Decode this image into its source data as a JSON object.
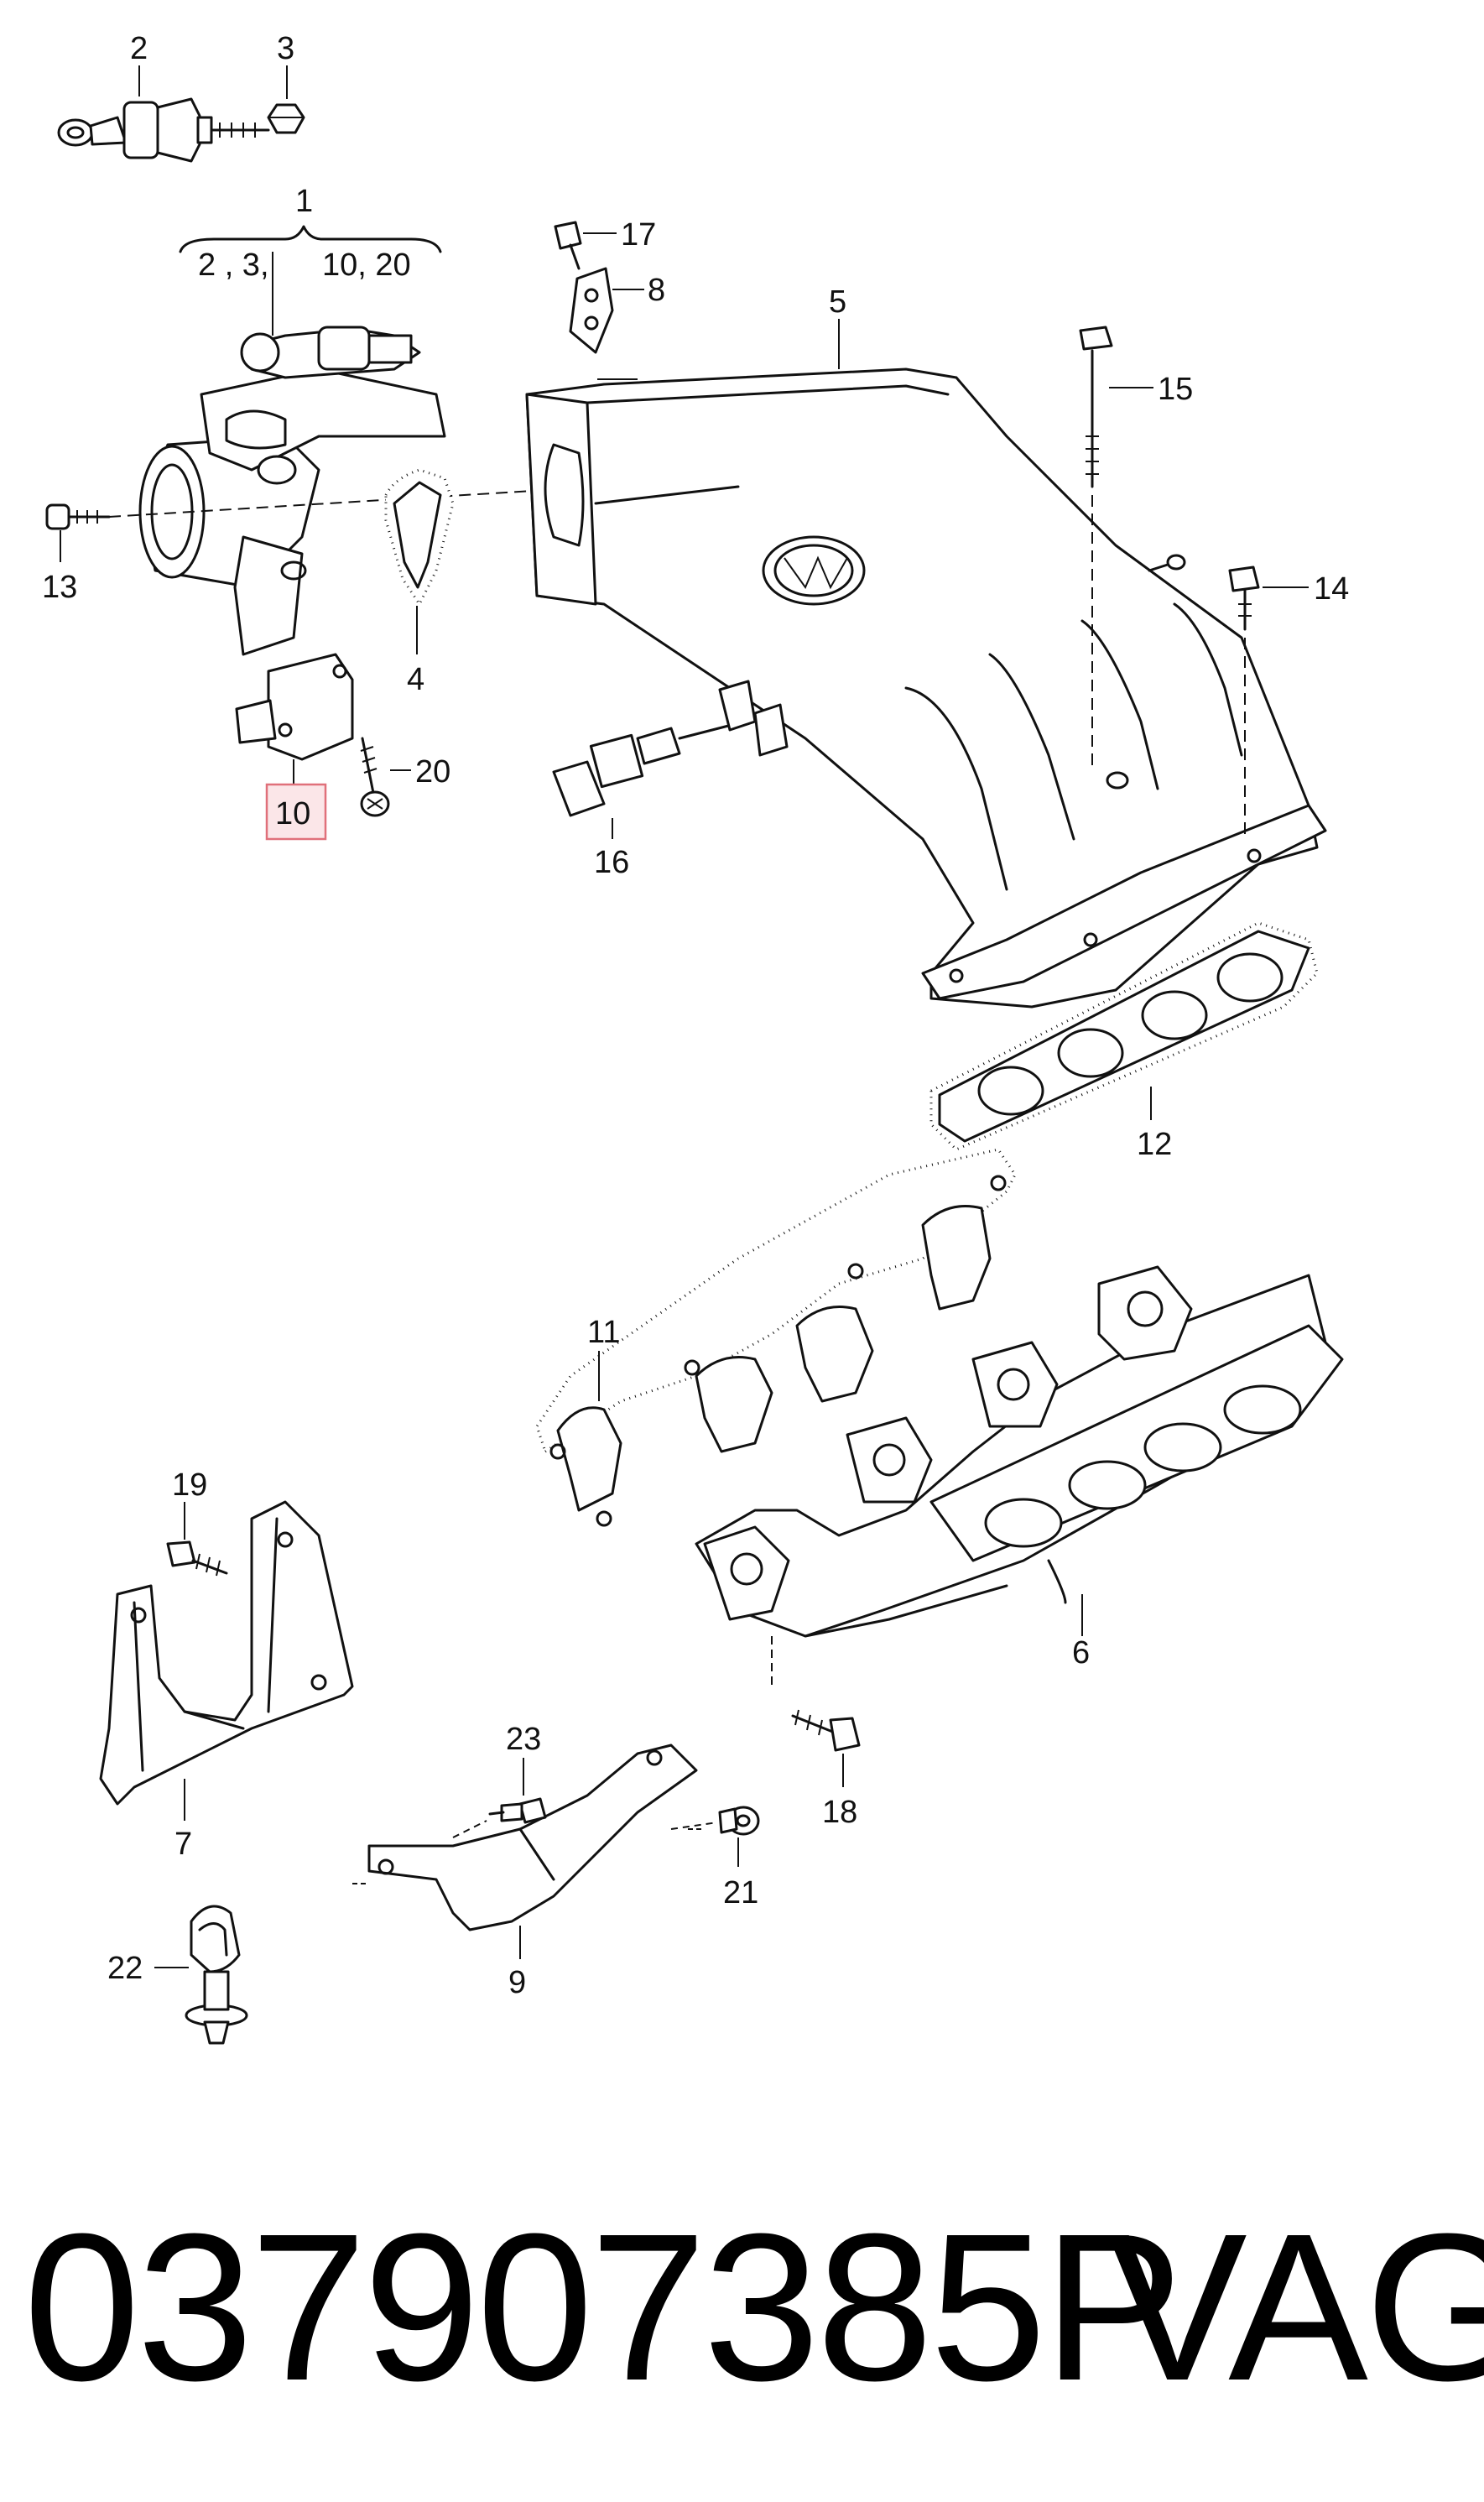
{
  "callouts": {
    "c1": "1",
    "c1_sub_left": "2 , 3,",
    "c1_sub_right": "10, 20",
    "c2": "2",
    "c3": "3",
    "c4": "4",
    "c5": "5",
    "c6": "6",
    "c7": "7",
    "c8": "8",
    "c9": "9",
    "c10": "10",
    "c11": "11",
    "c12": "12",
    "c13": "13",
    "c14": "14",
    "c15": "15",
    "c16": "16",
    "c17": "17",
    "c18": "18",
    "c19": "19",
    "c20": "20",
    "c21": "21",
    "c22": "22",
    "c23": "23"
  },
  "highlight_color": "#e0707a",
  "highlighted_callout": "10",
  "footer": {
    "part_number": "037907385P",
    "brand": "VAG"
  }
}
